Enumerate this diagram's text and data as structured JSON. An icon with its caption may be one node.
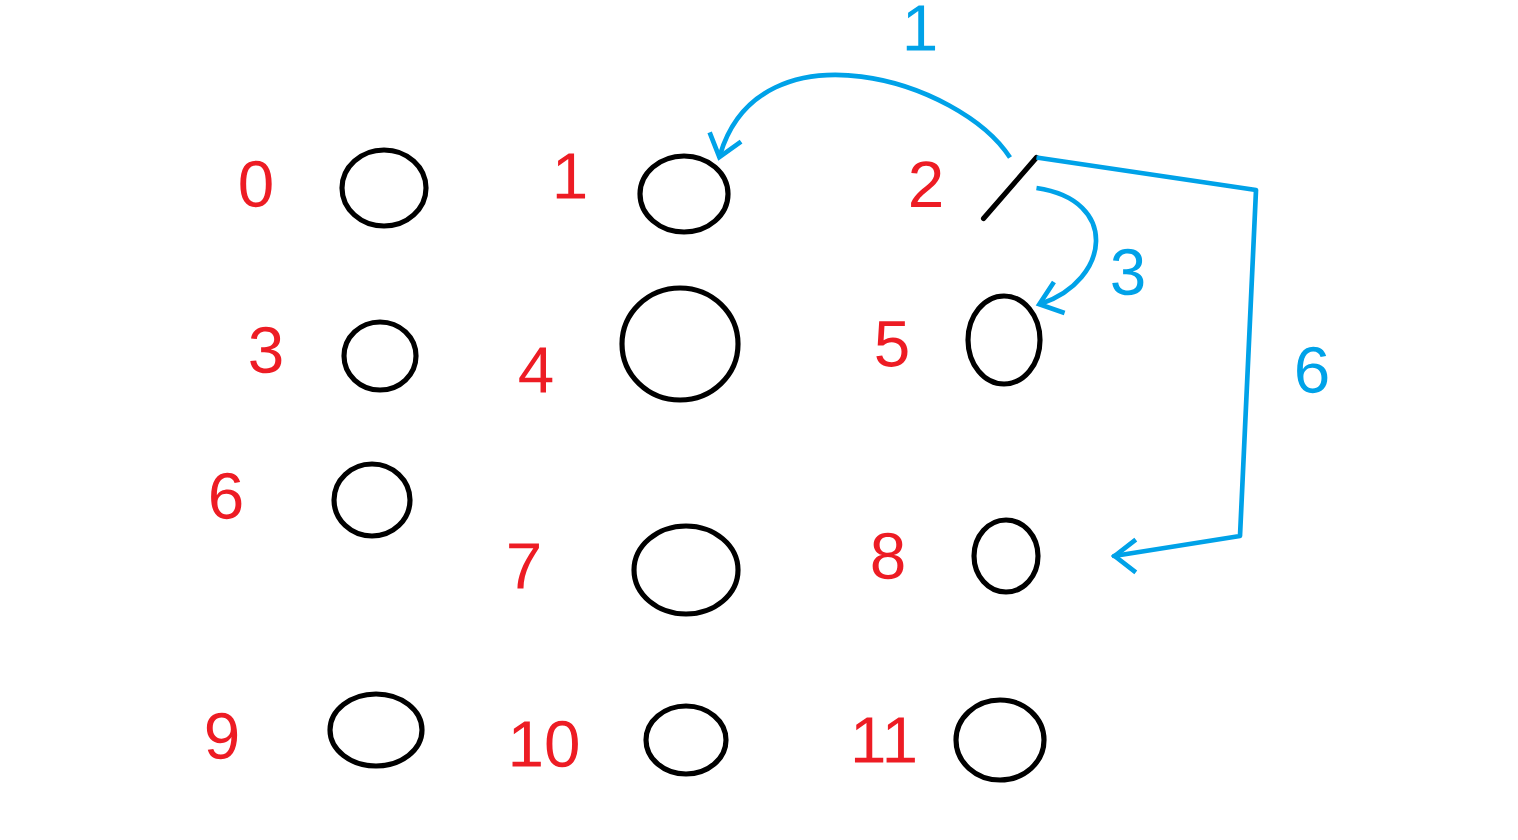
{
  "diagram": {
    "nodes": [
      {
        "text": [],
        "shape": "circle",
        "beside": [
          "0"
        ]
      },
      {
        "text": [],
        "shape": "circle",
        "beside": [
          "1"
        ]
      },
      {
        "text": [],
        "shape": "slash",
        "beside": [
          "2"
        ]
      },
      {
        "text": [],
        "shape": "circle",
        "beside": [
          "3"
        ]
      },
      {
        "text": [],
        "shape": "circle",
        "beside": [
          "4"
        ]
      },
      {
        "text": [],
        "shape": "circle",
        "beside": [
          "5"
        ]
      },
      {
        "text": [],
        "shape": "circle",
        "beside": [
          "6"
        ]
      },
      {
        "text": [],
        "shape": "circle",
        "beside": [
          "7"
        ]
      },
      {
        "text": [],
        "shape": "circle",
        "beside": [
          "8"
        ]
      },
      {
        "text": [],
        "shape": "circle",
        "beside": [
          "9"
        ]
      },
      {
        "text": [],
        "shape": "circle",
        "beside": [
          "10"
        ]
      },
      {
        "text": [],
        "shape": "circle",
        "beside": [
          "11"
        ]
      }
    ],
    "edges": [
      {
        "from": 2,
        "to": 1,
        "arrow": "to",
        "label": "1"
      },
      {
        "from": 2,
        "to": 5,
        "arrow": "to",
        "label": "3"
      },
      {
        "from": 2,
        "to": 8,
        "arrow": "to",
        "label": "6"
      }
    ]
  }
}
